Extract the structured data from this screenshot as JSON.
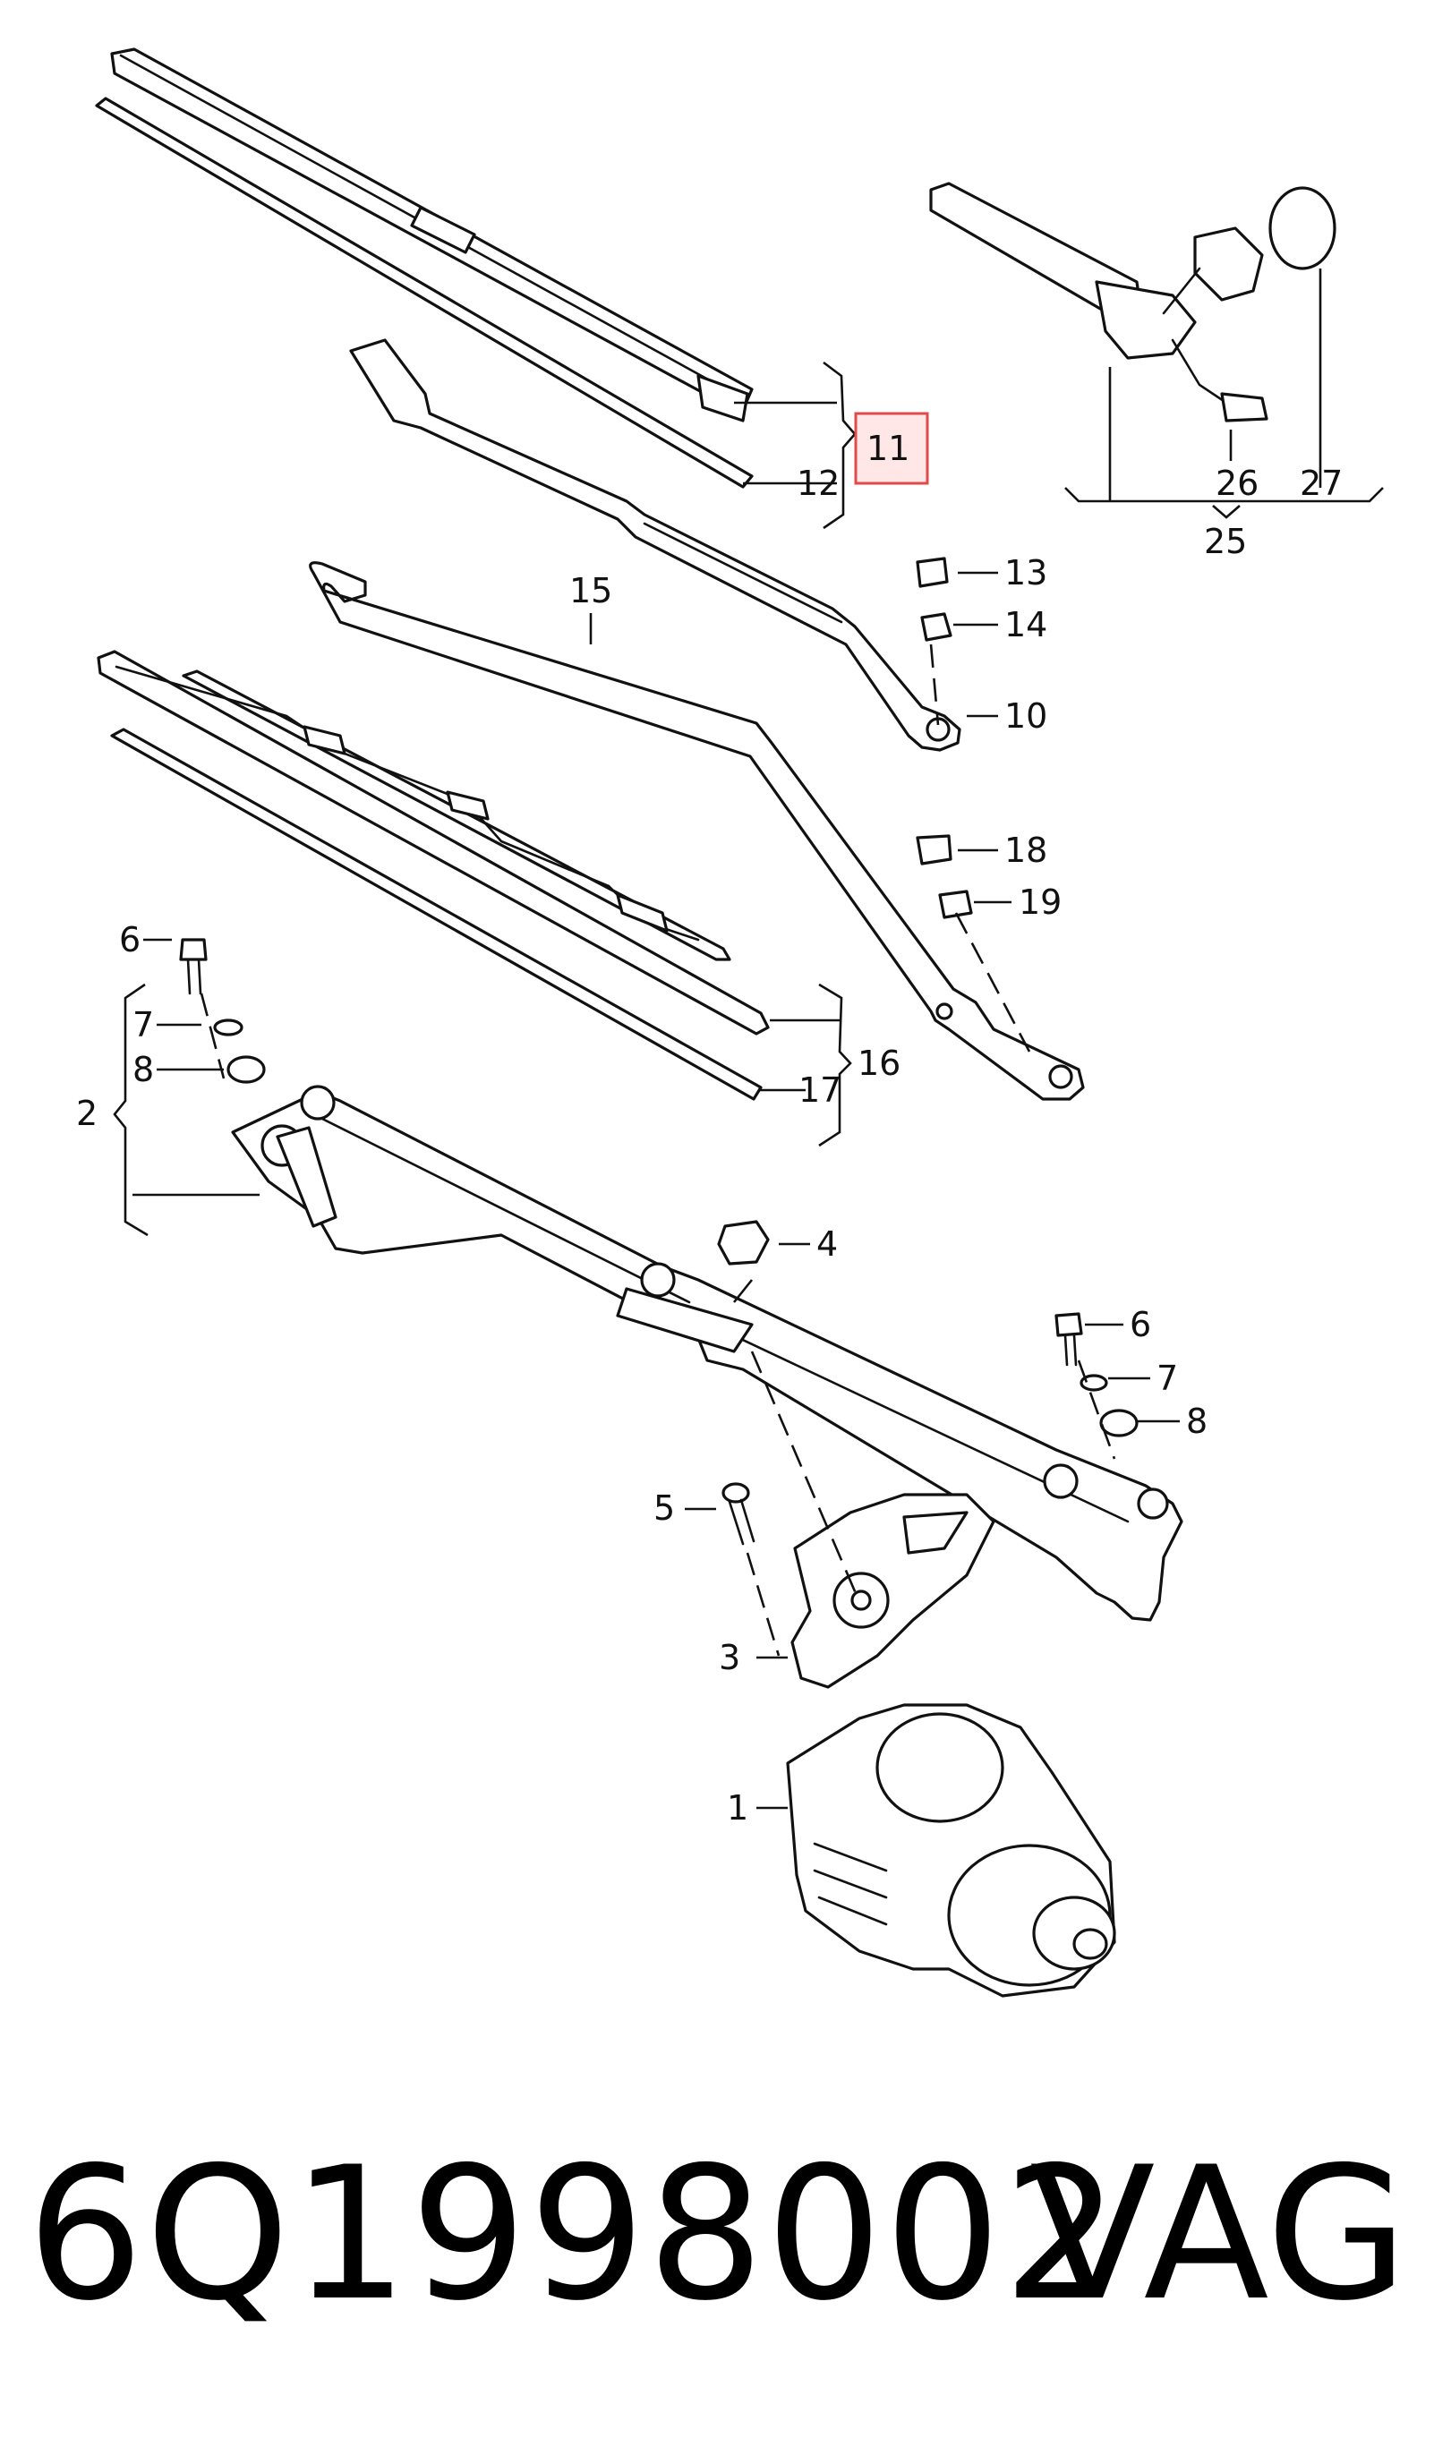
{
  "callouts": {
    "c1": "1",
    "c2": "2",
    "c3": "3",
    "c4": "4",
    "c5": "5",
    "c6a": "6",
    "c6b": "6",
    "c7a": "7",
    "c7b": "7",
    "c8a": "8",
    "c8b": "8",
    "c10": "10",
    "c11": "11",
    "c12": "12",
    "c13": "13",
    "c14": "14",
    "c15": "15",
    "c16": "16",
    "c17": "17",
    "c18": "18",
    "c19": "19",
    "c25": "25",
    "c26": "26",
    "c27": "27"
  },
  "highlighted_callout": "11",
  "footer": {
    "part_number": "6Q1998002",
    "brand": "VAG"
  },
  "colors": {
    "line": "#111111",
    "highlight_border": "#e04a4a"
  }
}
